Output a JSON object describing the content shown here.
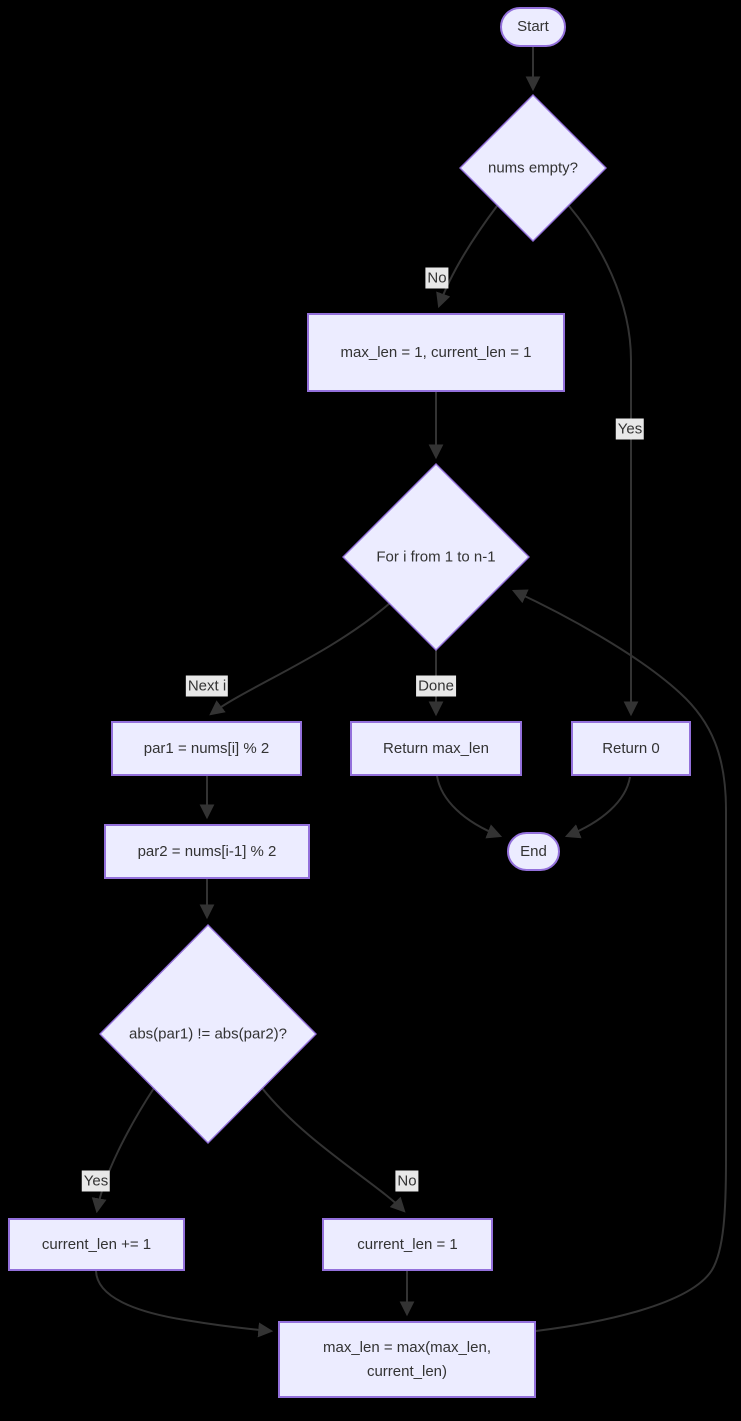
{
  "diagram": {
    "type": "flowchart",
    "background": "#000000",
    "colors": {
      "background": "#000000",
      "node_fill": "#ECECFF",
      "node_border": "#9370DB",
      "edge_color": "#333333",
      "edge_label_bg": "#e8e8e8",
      "text_color": "#333333"
    },
    "nodes": {
      "start": {
        "label": "Start",
        "shape": "stadium"
      },
      "nums_empty": {
        "label": "nums empty?",
        "shape": "diamond"
      },
      "init": {
        "label": "max_len = 1, current_len = 1",
        "shape": "rect"
      },
      "for_loop": {
        "label": "For i from 1 to n-1",
        "shape": "diamond"
      },
      "par1": {
        "label": "par1 = nums[i] % 2",
        "shape": "rect"
      },
      "return_max": {
        "label": "Return max_len",
        "shape": "rect"
      },
      "return_zero": {
        "label": "Return 0",
        "shape": "rect"
      },
      "par2": {
        "label": "par2 = nums[i-1] % 2",
        "shape": "rect"
      },
      "abs_check": {
        "label": "abs(par1) != abs(par2)?",
        "shape": "diamond"
      },
      "cur_inc": {
        "label": "current_len += 1",
        "shape": "rect"
      },
      "cur_reset": {
        "label": "current_len = 1",
        "shape": "rect"
      },
      "max_update": {
        "label": "max_len = max(max_len, current_len)",
        "shape": "rect"
      },
      "end": {
        "label": "End",
        "shape": "stadium"
      }
    },
    "edge_labels": {
      "no_top": "No",
      "yes_right": "Yes",
      "next_i": "Next i",
      "done": "Done",
      "yes_bottom": "Yes",
      "no_bottom": "No"
    },
    "edges": [
      {
        "from": "start",
        "to": "nums_empty",
        "label": ""
      },
      {
        "from": "nums_empty",
        "to": "init",
        "label": "No"
      },
      {
        "from": "nums_empty",
        "to": "return_zero",
        "label": "Yes"
      },
      {
        "from": "init",
        "to": "for_loop",
        "label": ""
      },
      {
        "from": "for_loop",
        "to": "par1",
        "label": "Next i"
      },
      {
        "from": "for_loop",
        "to": "return_max",
        "label": "Done"
      },
      {
        "from": "par1",
        "to": "par2",
        "label": ""
      },
      {
        "from": "par2",
        "to": "abs_check",
        "label": ""
      },
      {
        "from": "abs_check",
        "to": "cur_inc",
        "label": "Yes"
      },
      {
        "from": "abs_check",
        "to": "cur_reset",
        "label": "No"
      },
      {
        "from": "cur_inc",
        "to": "max_update",
        "label": ""
      },
      {
        "from": "cur_reset",
        "to": "max_update",
        "label": ""
      },
      {
        "from": "max_update",
        "to": "for_loop",
        "label": ""
      },
      {
        "from": "return_max",
        "to": "end",
        "label": ""
      },
      {
        "from": "return_zero",
        "to": "end",
        "label": ""
      }
    ]
  }
}
